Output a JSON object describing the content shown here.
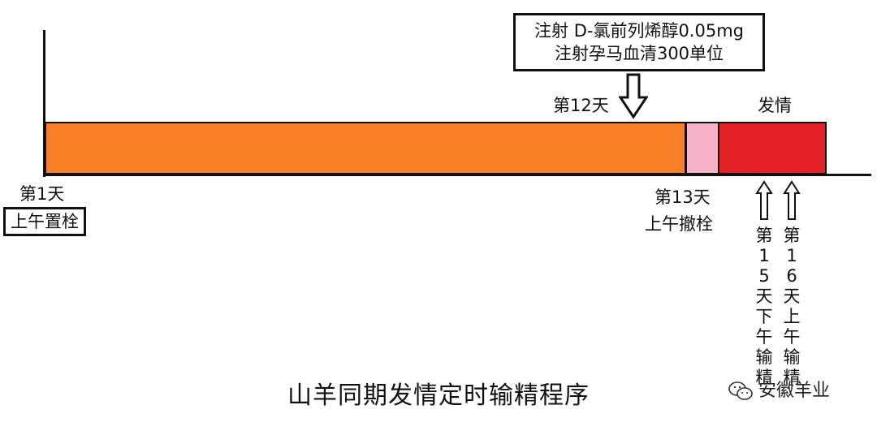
{
  "injection": {
    "line1": "注射 D-氯前列烯醇0.05mg",
    "line2": "注射孕马血清300单位"
  },
  "labels": {
    "day12": "第12天",
    "estrus": "发情",
    "day1": "第1天",
    "morning_insert": "上午置栓",
    "day13": "第13天",
    "morning_remove": "上午撤栓",
    "day15_vertical": "第15天下午输精",
    "day16_vertical": "第16天上午输精"
  },
  "title": "山羊同期发情定时输精程序",
  "watermark": "安徽羊业",
  "colors": {
    "progestagen_phase": "#F98026",
    "post_removal_phase": "#F7B2C9",
    "estrus_phase": "#E52128"
  }
}
